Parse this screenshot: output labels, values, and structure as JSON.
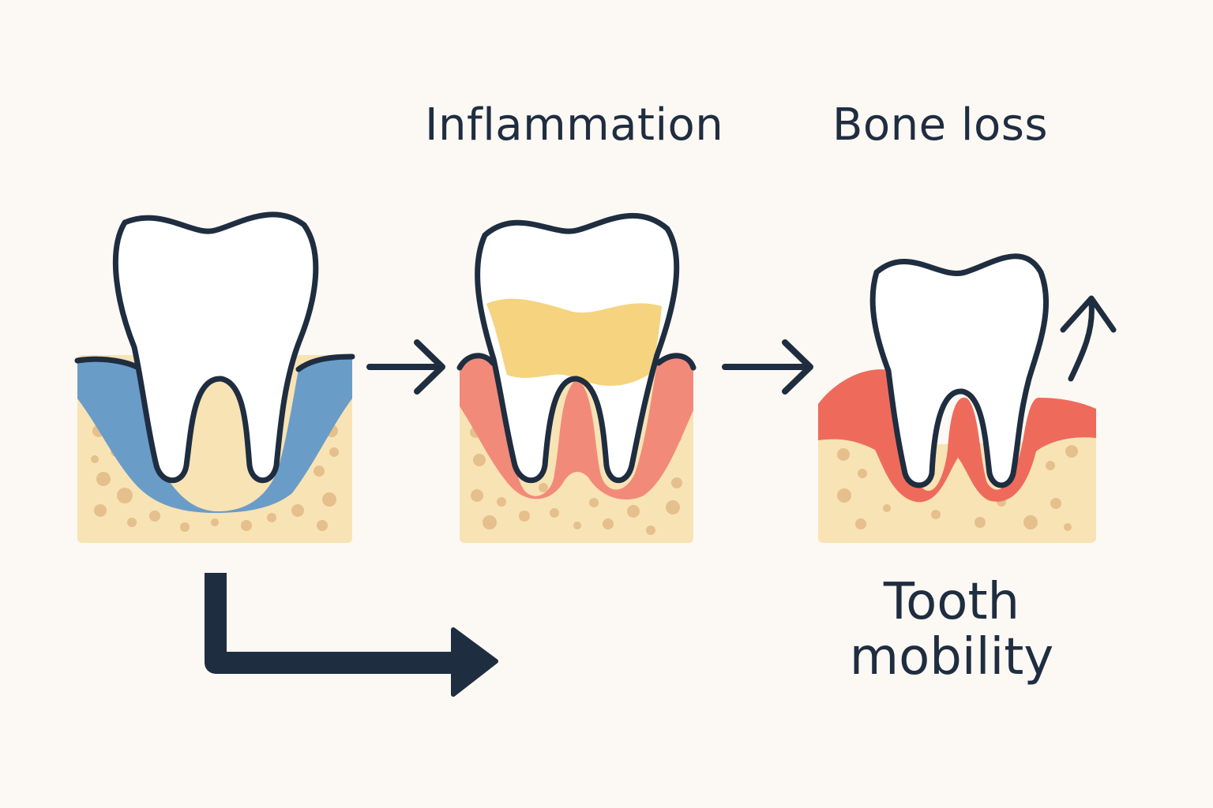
{
  "labels": {
    "stage2": "Inflammation",
    "stage3": "Bone loss",
    "mobility_line1": "Tooth",
    "mobility_line2": "mobility"
  },
  "colors": {
    "background": "#fcf8f3",
    "outline": "#1f2d40",
    "bone": "#f8e3b5",
    "bone_spots": "#e5c08c",
    "healthy_gum": "#6a9cc8",
    "inflamed_gum": "#f28a7a",
    "receded_gum": "#ee6b5c",
    "plaque": "#f5d37f",
    "tooth": "#ffffff"
  },
  "icons": [
    "tooth-icon",
    "arrow-right-icon",
    "elbow-arrow-icon",
    "curved-up-arrow-icon"
  ]
}
